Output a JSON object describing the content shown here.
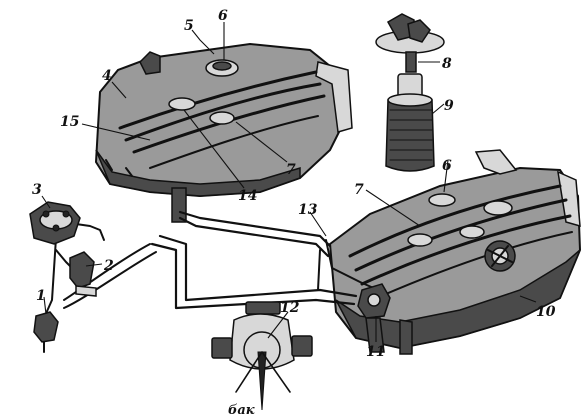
{
  "callouts": [
    {
      "id": "1",
      "text": "1"
    },
    {
      "id": "2",
      "text": "2"
    },
    {
      "id": "3",
      "text": "3"
    },
    {
      "id": "4",
      "text": "4"
    },
    {
      "id": "5",
      "text": "5"
    },
    {
      "id": "6a",
      "text": "6"
    },
    {
      "id": "6b",
      "text": "6"
    },
    {
      "id": "7a",
      "text": "7"
    },
    {
      "id": "7b",
      "text": "7"
    },
    {
      "id": "8",
      "text": "8"
    },
    {
      "id": "9",
      "text": "9"
    },
    {
      "id": "10",
      "text": "10"
    },
    {
      "id": "11",
      "text": "11"
    },
    {
      "id": "12",
      "text": "12"
    },
    {
      "id": "13",
      "text": "13"
    },
    {
      "id": "14",
      "text": "14"
    },
    {
      "id": "15",
      "text": "15"
    }
  ],
  "valve_label": "бак",
  "colors": {
    "ink": "#111111",
    "body": "#9a9a9a",
    "paper": "#ffffff"
  }
}
